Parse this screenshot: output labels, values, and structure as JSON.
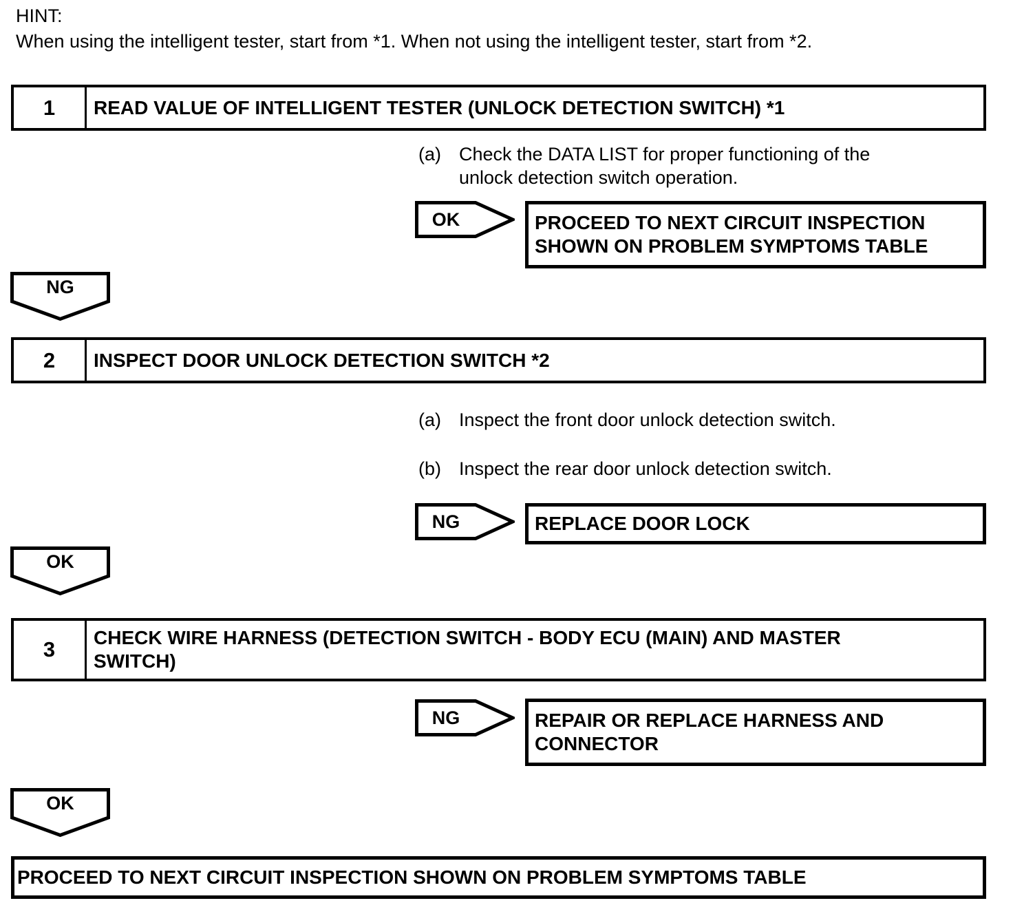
{
  "page": {
    "background_color": "#ffffff",
    "ink_color": "#000000"
  },
  "hint": {
    "label": "HINT:",
    "text": "When using the intelligent tester, start from *1. When not using the intelligent tester, start from *2."
  },
  "steps": [
    {
      "number": "1",
      "title": "READ VALUE OF INTELLIGENT TESTER (UNLOCK DETECTION SWITCH) *1",
      "substeps": [
        {
          "label": "(a)",
          "text": "Check the DATA LIST for proper functioning of the unlock detection switch operation."
        }
      ]
    },
    {
      "number": "2",
      "title": "INSPECT DOOR UNLOCK DETECTION SWITCH *2",
      "substeps": [
        {
          "label": "(a)",
          "text": "Inspect the front door unlock detection switch."
        },
        {
          "label": "(b)",
          "text": "Inspect the rear door unlock detection switch."
        }
      ]
    },
    {
      "number": "3",
      "title": "CHECK WIRE HARNESS (DETECTION SWITCH - BODY ECU (MAIN) AND MASTER SWITCH)",
      "substeps": []
    }
  ],
  "connectors": {
    "ok_arrow_1": "OK",
    "ng_pentagon_1": "NG",
    "ng_arrow_2": "NG",
    "ok_pentagon_1": "OK",
    "ng_arrow_3": "NG",
    "ok_pentagon_2": "OK"
  },
  "callouts": [
    {
      "result": "OK",
      "lines": [
        "PROCEED TO NEXT CIRCUIT INSPECTION",
        "SHOWN ON PROBLEM SYMPTOMS TABLE"
      ]
    },
    {
      "result": "NG",
      "lines": [
        "REPLACE DOOR LOCK"
      ]
    },
    {
      "result": "NG",
      "lines": [
        "REPAIR OR REPLACE HARNESS AND",
        "CONNECTOR"
      ]
    }
  ],
  "footer": {
    "text": "PROCEED TO NEXT CIRCUIT INSPECTION SHOWN ON PROBLEM SYMPTOMS TABLE"
  }
}
